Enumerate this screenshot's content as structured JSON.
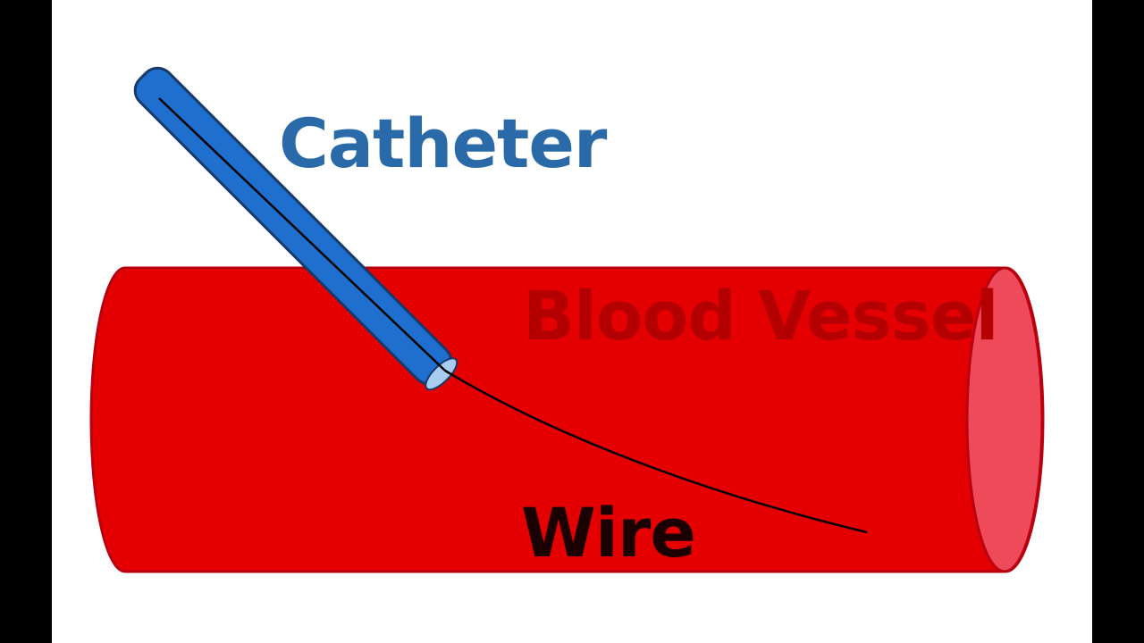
{
  "labels": {
    "catheter": "Catheter",
    "vessel": "Blood Vessel",
    "wire": "Wire"
  },
  "colors": {
    "letterbox": "#000000",
    "slide_background": "#ffffff",
    "vessel_fill": "#e40000",
    "vessel_outline": "#b80010",
    "vessel_opening": "#ef4a5a",
    "vessel_label": "#b40000",
    "catheter_fill": "#1f6fcf",
    "catheter_outline": "#173a6a",
    "catheter_tip": "#a9cdf0",
    "catheter_label": "#2a6aa8",
    "wire": "#000000",
    "wire_label": "#1a0000"
  }
}
